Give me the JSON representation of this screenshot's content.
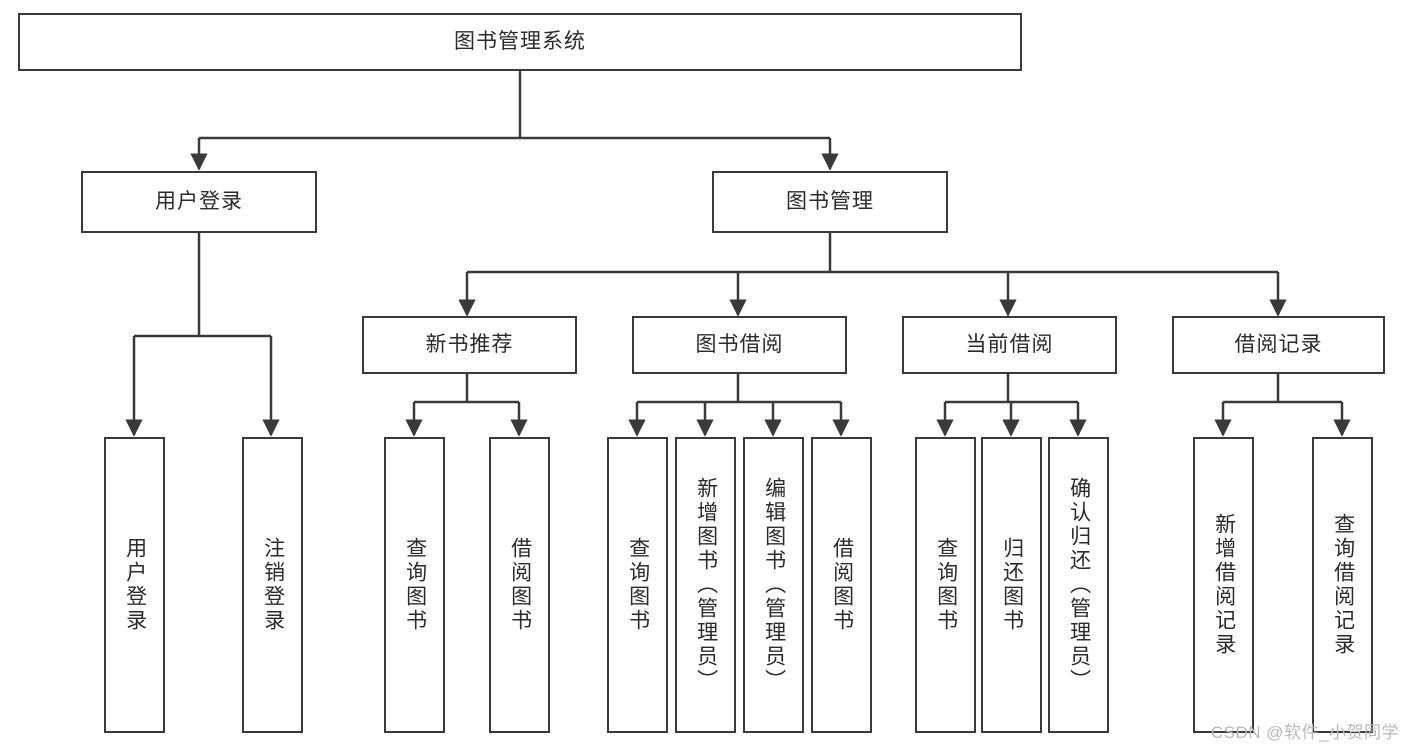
{
  "diagram": {
    "title": "图书管理系统",
    "type": "hierarchy-tree",
    "stroke_color": "#3a3a3a",
    "text_color": "#2b2b2b",
    "background_color": "#ffffff",
    "watermark": "CSDN @软件_小贺同学"
  },
  "root": {
    "label": "图书管理系统"
  },
  "level2": [
    {
      "id": "user-login",
      "label": "用户登录"
    },
    {
      "id": "book-manage",
      "label": "图书管理"
    }
  ],
  "level3": [
    {
      "id": "new-book-recommend",
      "label": "新书推荐"
    },
    {
      "id": "book-borrow",
      "label": "图书借阅"
    },
    {
      "id": "current-borrow",
      "label": "当前借阅"
    },
    {
      "id": "borrow-record",
      "label": "借阅记录"
    }
  ],
  "leaves": {
    "user_login": [
      {
        "id": "leaf-user-login",
        "label": "用户登录"
      },
      {
        "id": "leaf-logout",
        "label": "注销登录"
      }
    ],
    "new_book_recommend": [
      {
        "id": "leaf-query-book-1",
        "label": "查询图书"
      },
      {
        "id": "leaf-borrow-book-1",
        "label": "借阅图书"
      }
    ],
    "book_borrow": [
      {
        "id": "leaf-query-book-2",
        "label": "查询图书"
      },
      {
        "id": "leaf-add-book",
        "label": "新增图书（管理员）"
      },
      {
        "id": "leaf-edit-book",
        "label": "编辑图书（管理员）"
      },
      {
        "id": "leaf-borrow-book-2",
        "label": "借阅图书"
      }
    ],
    "current_borrow": [
      {
        "id": "leaf-query-book-3",
        "label": "查询图书"
      },
      {
        "id": "leaf-return-book",
        "label": "归还图书"
      },
      {
        "id": "leaf-confirm-return",
        "label": "确认归还（管理员）"
      }
    ],
    "borrow_record": [
      {
        "id": "leaf-add-record",
        "label": "新增借阅记录"
      },
      {
        "id": "leaf-query-record",
        "label": "查询借阅记录"
      }
    ]
  }
}
